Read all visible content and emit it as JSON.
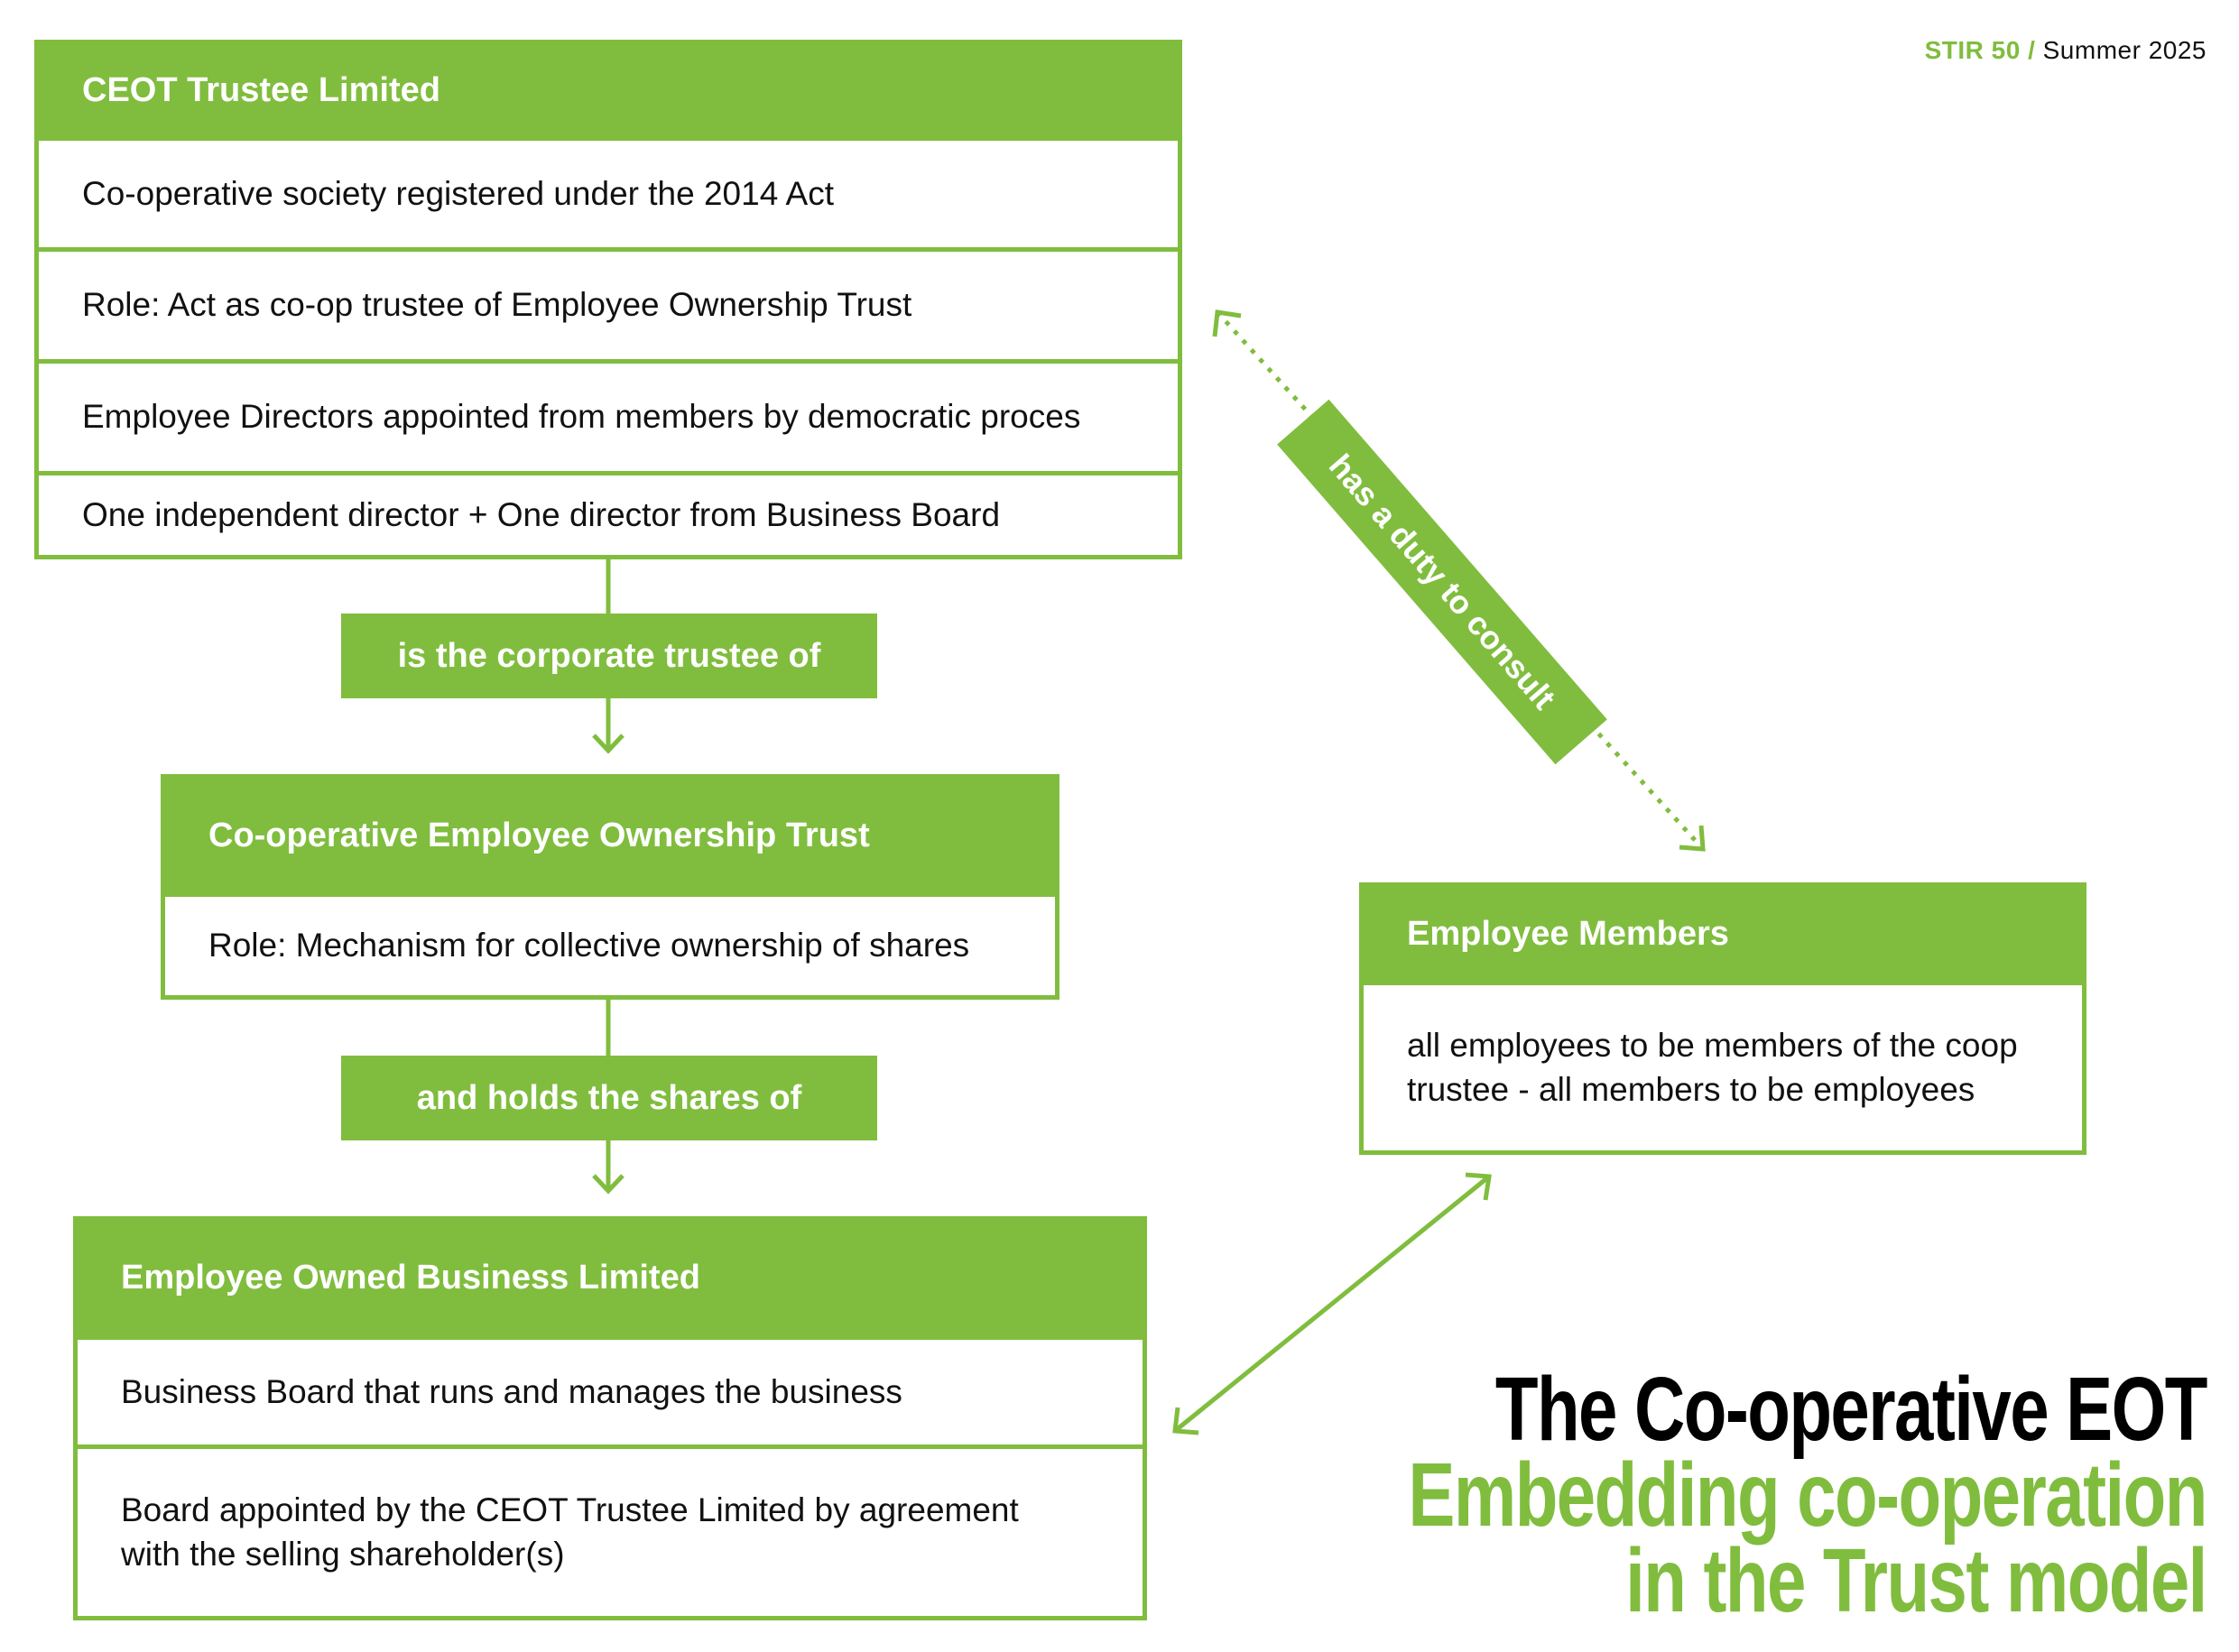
{
  "header": {
    "publication": "STIR 50",
    "separator": "/",
    "issue": "Summer 2025"
  },
  "title": {
    "line1": "The Co-operative EOT",
    "line2": "Embedding co-operation",
    "line3": "in the Trust model"
  },
  "trustee_box": {
    "heading": "CEOT Trustee Limited",
    "rows": [
      "Co-operative society registered under the 2014 Act",
      "Role: Act as co-op trustee of Employee Ownership Trust",
      "Employee Directors appointed from members by democratic proces",
      "One independent director + One director from Business Board"
    ]
  },
  "trust_box": {
    "heading": "Co-operative Employee Ownership Trust",
    "rows": [
      "Role: Mechanism for collective ownership of shares"
    ]
  },
  "business_box": {
    "heading": "Employee Owned Business Limited",
    "rows": [
      "Business Board that runs and manages the business",
      "Board appointed by the CEOT Trustee Limited by agreement with the selling shareholder(s)"
    ]
  },
  "members_box": {
    "heading": "Employee Members",
    "rows": [
      "all employees to be members of the coop trustee - all members to be employees"
    ]
  },
  "connectors": {
    "trustee_to_trust": "is the corporate trustee of",
    "trust_to_business": "and holds the shares of",
    "duty_to_consult": "has a duty to consult"
  },
  "colors": {
    "accent": "#80bd3e",
    "text": "#111111",
    "background": "#ffffff"
  }
}
